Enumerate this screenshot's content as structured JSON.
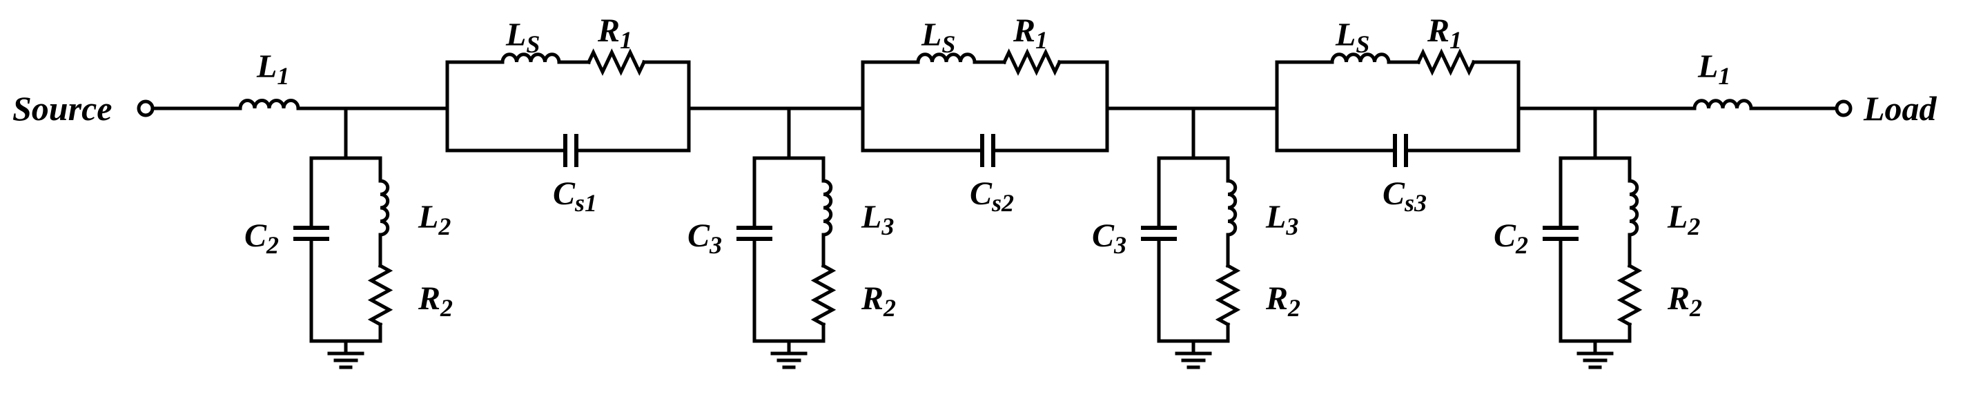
{
  "terminals": {
    "source": "Source",
    "load": "Load"
  },
  "series_inductor": {
    "symbol": "L",
    "sub": "1"
  },
  "series_branches": [
    {
      "ls": {
        "symbol": "L",
        "sub": "S"
      },
      "r": {
        "symbol": "R",
        "sub": "1"
      },
      "cs": {
        "symbol": "C",
        "sub": "s1"
      }
    },
    {
      "ls": {
        "symbol": "L",
        "sub": "S"
      },
      "r": {
        "symbol": "R",
        "sub": "1"
      },
      "cs": {
        "symbol": "C",
        "sub": "s2"
      }
    },
    {
      "ls": {
        "symbol": "L",
        "sub": "S"
      },
      "r": {
        "symbol": "R",
        "sub": "1"
      },
      "cs": {
        "symbol": "C",
        "sub": "s3"
      }
    }
  ],
  "shunt_branches": [
    {
      "c": {
        "symbol": "C",
        "sub": "2"
      },
      "l": {
        "symbol": "L",
        "sub": "2"
      },
      "r": {
        "symbol": "R",
        "sub": "2"
      }
    },
    {
      "c": {
        "symbol": "C",
        "sub": "3"
      },
      "l": {
        "symbol": "L",
        "sub": "3"
      },
      "r": {
        "symbol": "R",
        "sub": "2"
      }
    },
    {
      "c": {
        "symbol": "C",
        "sub": "3"
      },
      "l": {
        "symbol": "L",
        "sub": "3"
      },
      "r": {
        "symbol": "R",
        "sub": "2"
      }
    },
    {
      "c": {
        "symbol": "C",
        "sub": "2"
      },
      "l": {
        "symbol": "L",
        "sub": "2"
      },
      "r": {
        "symbol": "R",
        "sub": "2"
      }
    }
  ]
}
